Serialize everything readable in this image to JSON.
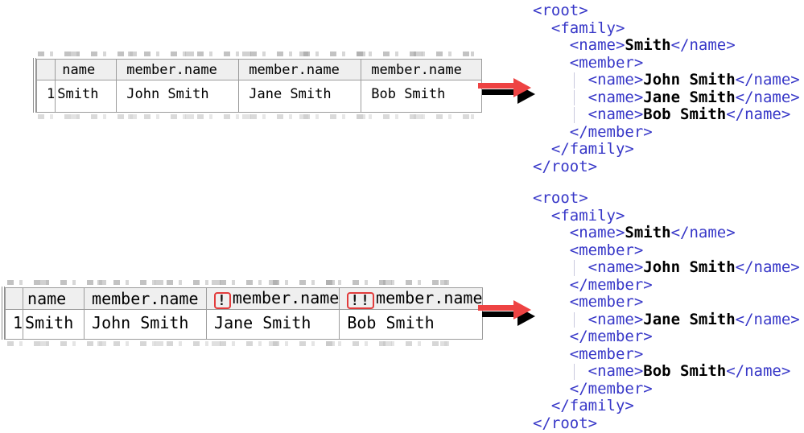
{
  "palette": {
    "tag_blue": "#3838c8",
    "content_black": "#000000",
    "grid_border_gray": "#9c9c9c",
    "header_bg_gray": "#efefef",
    "marker_box_red": "#e23b3b",
    "arrow_red": "#ee4343",
    "arrow_shadow_black": "#000000",
    "indent_guide_gray": "#c9c9de"
  },
  "top_mapping": {
    "table": {
      "row_number": "1",
      "columns": [
        {
          "label": "name",
          "marker": ""
        },
        {
          "label": "member.name",
          "marker": ""
        },
        {
          "label": "member.name",
          "marker": ""
        },
        {
          "label": "member.name",
          "marker": ""
        }
      ],
      "cells": [
        "Smith",
        "John Smith",
        "Jane Smith",
        "Bob Smith"
      ]
    },
    "xml_lines": [
      {
        "indent": 0,
        "guide": false,
        "segments": [
          {
            "type": "tag",
            "text": "<root>"
          }
        ]
      },
      {
        "indent": 2,
        "guide": false,
        "segments": [
          {
            "type": "tag",
            "text": "<family>"
          }
        ]
      },
      {
        "indent": 4,
        "guide": false,
        "segments": [
          {
            "type": "tag",
            "text": "<name>"
          },
          {
            "type": "text",
            "text": "Smith"
          },
          {
            "type": "tag",
            "text": "</name>"
          }
        ]
      },
      {
        "indent": 4,
        "guide": false,
        "segments": [
          {
            "type": "tag",
            "text": "<member>"
          }
        ]
      },
      {
        "indent": 6,
        "guide": true,
        "segments": [
          {
            "type": "tag",
            "text": "<name>"
          },
          {
            "type": "text",
            "text": "John Smith"
          },
          {
            "type": "tag",
            "text": "</name>"
          }
        ]
      },
      {
        "indent": 6,
        "guide": true,
        "segments": [
          {
            "type": "tag",
            "text": "<name>"
          },
          {
            "type": "text",
            "text": "Jane Smith"
          },
          {
            "type": "tag",
            "text": "</name>"
          }
        ]
      },
      {
        "indent": 6,
        "guide": true,
        "segments": [
          {
            "type": "tag",
            "text": "<name>"
          },
          {
            "type": "text",
            "text": "Bob Smith"
          },
          {
            "type": "tag",
            "text": "</name>"
          }
        ]
      },
      {
        "indent": 4,
        "guide": false,
        "segments": [
          {
            "type": "tag",
            "text": "</member>"
          }
        ]
      },
      {
        "indent": 2,
        "guide": false,
        "segments": [
          {
            "type": "tag",
            "text": "</family>"
          }
        ]
      },
      {
        "indent": 0,
        "guide": false,
        "segments": [
          {
            "type": "tag",
            "text": "</root>"
          }
        ]
      }
    ]
  },
  "bottom_mapping": {
    "table": {
      "row_number": "1",
      "columns": [
        {
          "label": "name",
          "marker": ""
        },
        {
          "label": "member.name",
          "marker": ""
        },
        {
          "label": "member.name",
          "marker": "!"
        },
        {
          "label": "member.name",
          "marker": "!!"
        }
      ],
      "cells": [
        "Smith",
        "John Smith",
        "Jane Smith",
        "Bob Smith"
      ]
    },
    "xml_lines": [
      {
        "indent": 0,
        "guide": false,
        "segments": [
          {
            "type": "tag",
            "text": "<root>"
          }
        ]
      },
      {
        "indent": 2,
        "guide": false,
        "segments": [
          {
            "type": "tag",
            "text": "<family>"
          }
        ]
      },
      {
        "indent": 4,
        "guide": false,
        "segments": [
          {
            "type": "tag",
            "text": "<name>"
          },
          {
            "type": "text",
            "text": "Smith"
          },
          {
            "type": "tag",
            "text": "</name>"
          }
        ]
      },
      {
        "indent": 4,
        "guide": false,
        "segments": [
          {
            "type": "tag",
            "text": "<member>"
          }
        ]
      },
      {
        "indent": 6,
        "guide": true,
        "segments": [
          {
            "type": "tag",
            "text": "<name>"
          },
          {
            "type": "text",
            "text": "John Smith"
          },
          {
            "type": "tag",
            "text": "</name>"
          }
        ]
      },
      {
        "indent": 4,
        "guide": false,
        "segments": [
          {
            "type": "tag",
            "text": "</member>"
          }
        ]
      },
      {
        "indent": 4,
        "guide": false,
        "segments": [
          {
            "type": "tag",
            "text": "<member>"
          }
        ]
      },
      {
        "indent": 6,
        "guide": true,
        "segments": [
          {
            "type": "tag",
            "text": "<name>"
          },
          {
            "type": "text",
            "text": "Jane Smith"
          },
          {
            "type": "tag",
            "text": "</name>"
          }
        ]
      },
      {
        "indent": 4,
        "guide": false,
        "segments": [
          {
            "type": "tag",
            "text": "</member>"
          }
        ]
      },
      {
        "indent": 4,
        "guide": false,
        "segments": [
          {
            "type": "tag",
            "text": "<member>"
          }
        ]
      },
      {
        "indent": 6,
        "guide": true,
        "segments": [
          {
            "type": "tag",
            "text": "<name>"
          },
          {
            "type": "text",
            "text": "Bob Smith"
          },
          {
            "type": "tag",
            "text": "</name>"
          }
        ]
      },
      {
        "indent": 4,
        "guide": false,
        "segments": [
          {
            "type": "tag",
            "text": "</member>"
          }
        ]
      },
      {
        "indent": 2,
        "guide": false,
        "segments": [
          {
            "type": "tag",
            "text": "</family>"
          }
        ]
      },
      {
        "indent": 0,
        "guide": false,
        "segments": [
          {
            "type": "tag",
            "text": "</root>"
          }
        ]
      }
    ]
  }
}
